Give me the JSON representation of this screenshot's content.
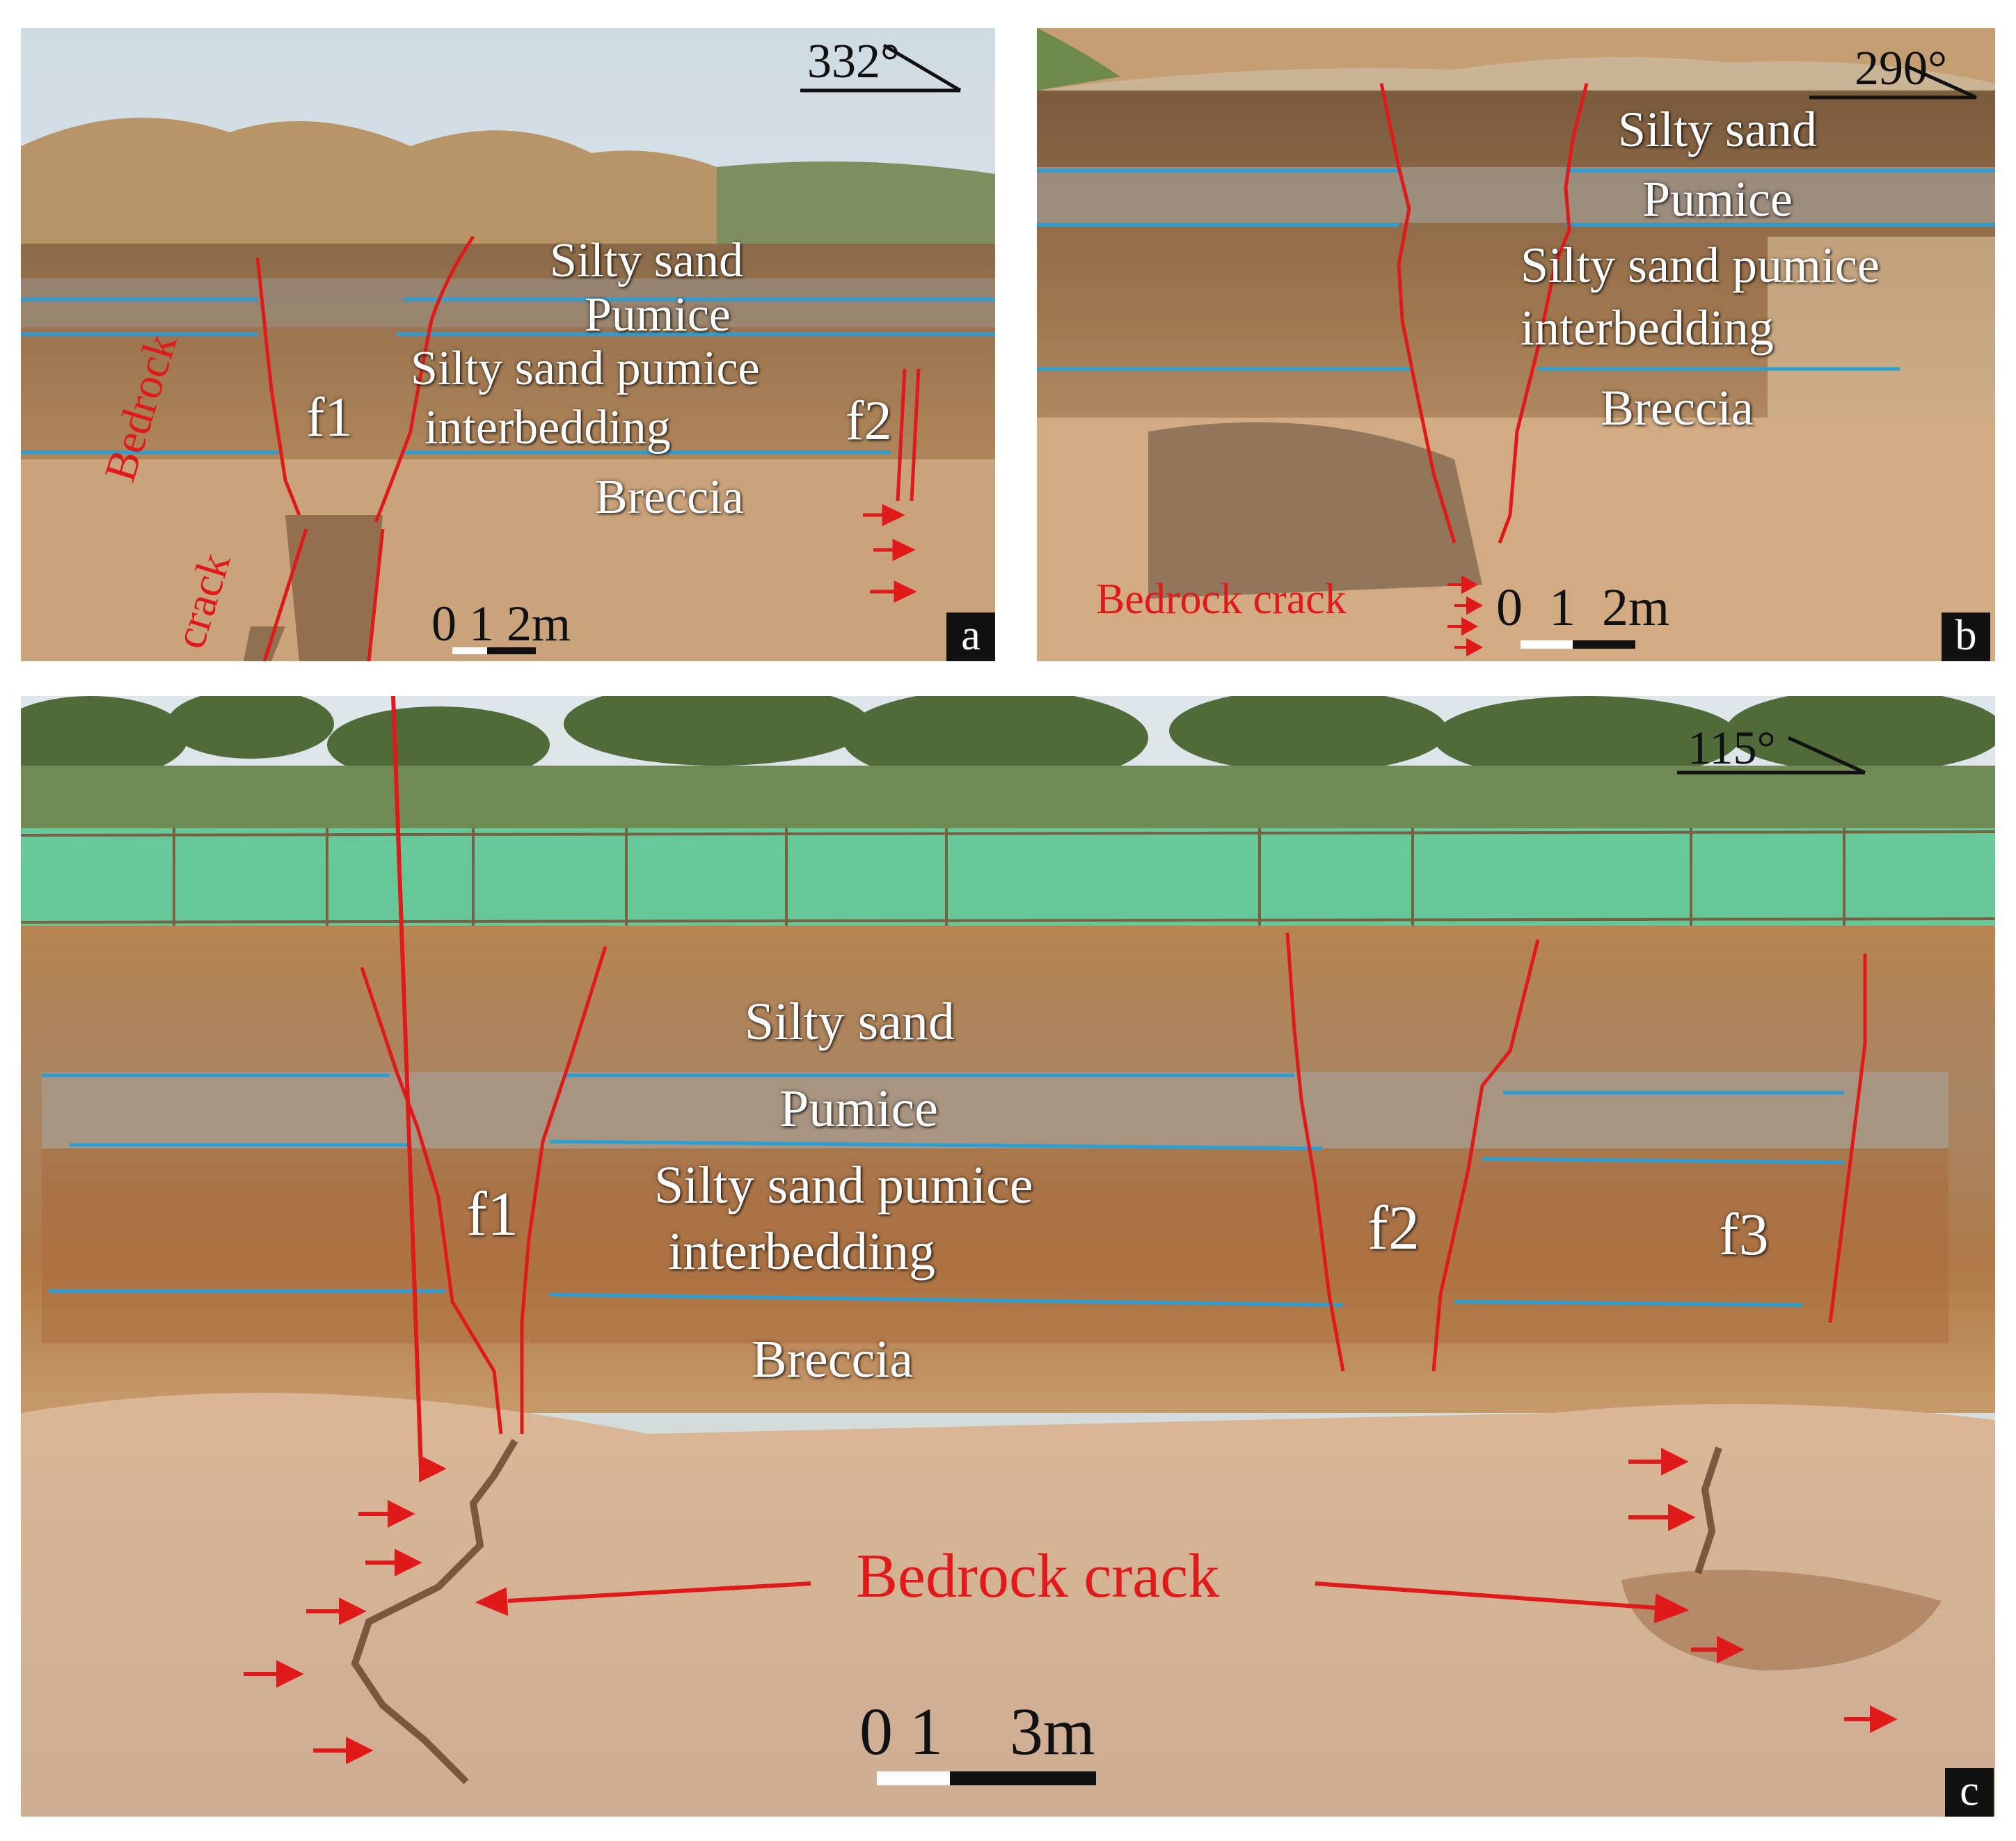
{
  "panels": {
    "a": {
      "letter": "a",
      "azimuth": "332°",
      "layers": [
        "Silty sand",
        "Pumice",
        "Silty sand pumice",
        "interbedding",
        "Breccia"
      ],
      "faults": [
        "f1",
        "f2"
      ],
      "crack_label": [
        "Bedrock",
        "crack"
      ],
      "scale": "0 1 2m"
    },
    "b": {
      "letter": "b",
      "azimuth": "290°",
      "layers": [
        "Silty sand",
        "Pumice",
        "Silty sand pumice",
        "interbedding",
        "Breccia"
      ],
      "crack_label": "Bedrock crack",
      "scale": "0  1  2m"
    },
    "c": {
      "letter": "c",
      "azimuth": "115°",
      "layers": [
        "Silty sand",
        "Pumice",
        "Silty sand pumice",
        "interbedding",
        "Breccia"
      ],
      "faults": [
        "f1",
        "f2",
        "f3"
      ],
      "crack_label": "Bedrock crack",
      "scale": "0 1    3m"
    }
  },
  "colors": {
    "fault_line": "#e01a1a",
    "layer_boundary": "#2a9fd6",
    "net": "#3fbf7f",
    "sediment": "#b98a5c"
  }
}
